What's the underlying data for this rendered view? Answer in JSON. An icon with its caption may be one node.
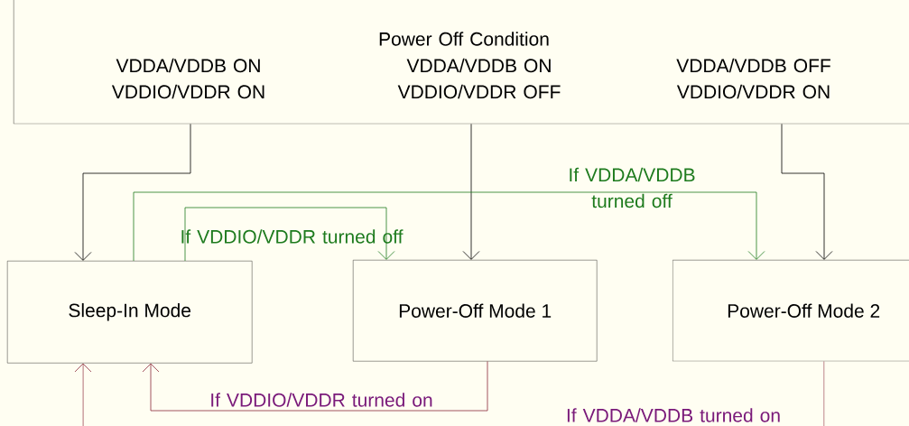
{
  "diagram": {
    "nodes": [
      {
        "text": [
          "Power Off Condition",
          "VDDA/VDDB ON VDDIO/VDDR ON",
          "VDDA/VDDB ON VDDIO/VDDR OFF",
          "VDDA/VDDB OFF VDDIO/VDDR ON"
        ]
      },
      {
        "text": [
          "Sleep-In Mode"
        ]
      },
      {
        "text": [
          "Power-Off Mode 1"
        ]
      },
      {
        "text": [
          "Power-Off Mode 2"
        ]
      }
    ],
    "edges": [
      {
        "from": 0,
        "to": 1,
        "arrow": "to"
      },
      {
        "from": 0,
        "to": 2,
        "arrow": "to"
      },
      {
        "from": 0,
        "to": 3,
        "arrow": "to"
      },
      {
        "from": 1,
        "to": 2,
        "arrow": "to",
        "label": "If VDDIO/VDDR turned off",
        "color": "#1e7b1e"
      },
      {
        "from": 1,
        "to": 3,
        "arrow": "to",
        "label": "If VDDA/VDDB turned off",
        "color": "#1e7b1e"
      },
      {
        "from": 2,
        "to": 1,
        "arrow": "to",
        "label": "If VDDIO/VDDR turned on",
        "color": "#8b2a3a"
      },
      {
        "from": 3,
        "to": 1,
        "arrow": "to",
        "label": "If VDDA/VDDB turned on",
        "color": "#8b2a3a"
      }
    ]
  }
}
